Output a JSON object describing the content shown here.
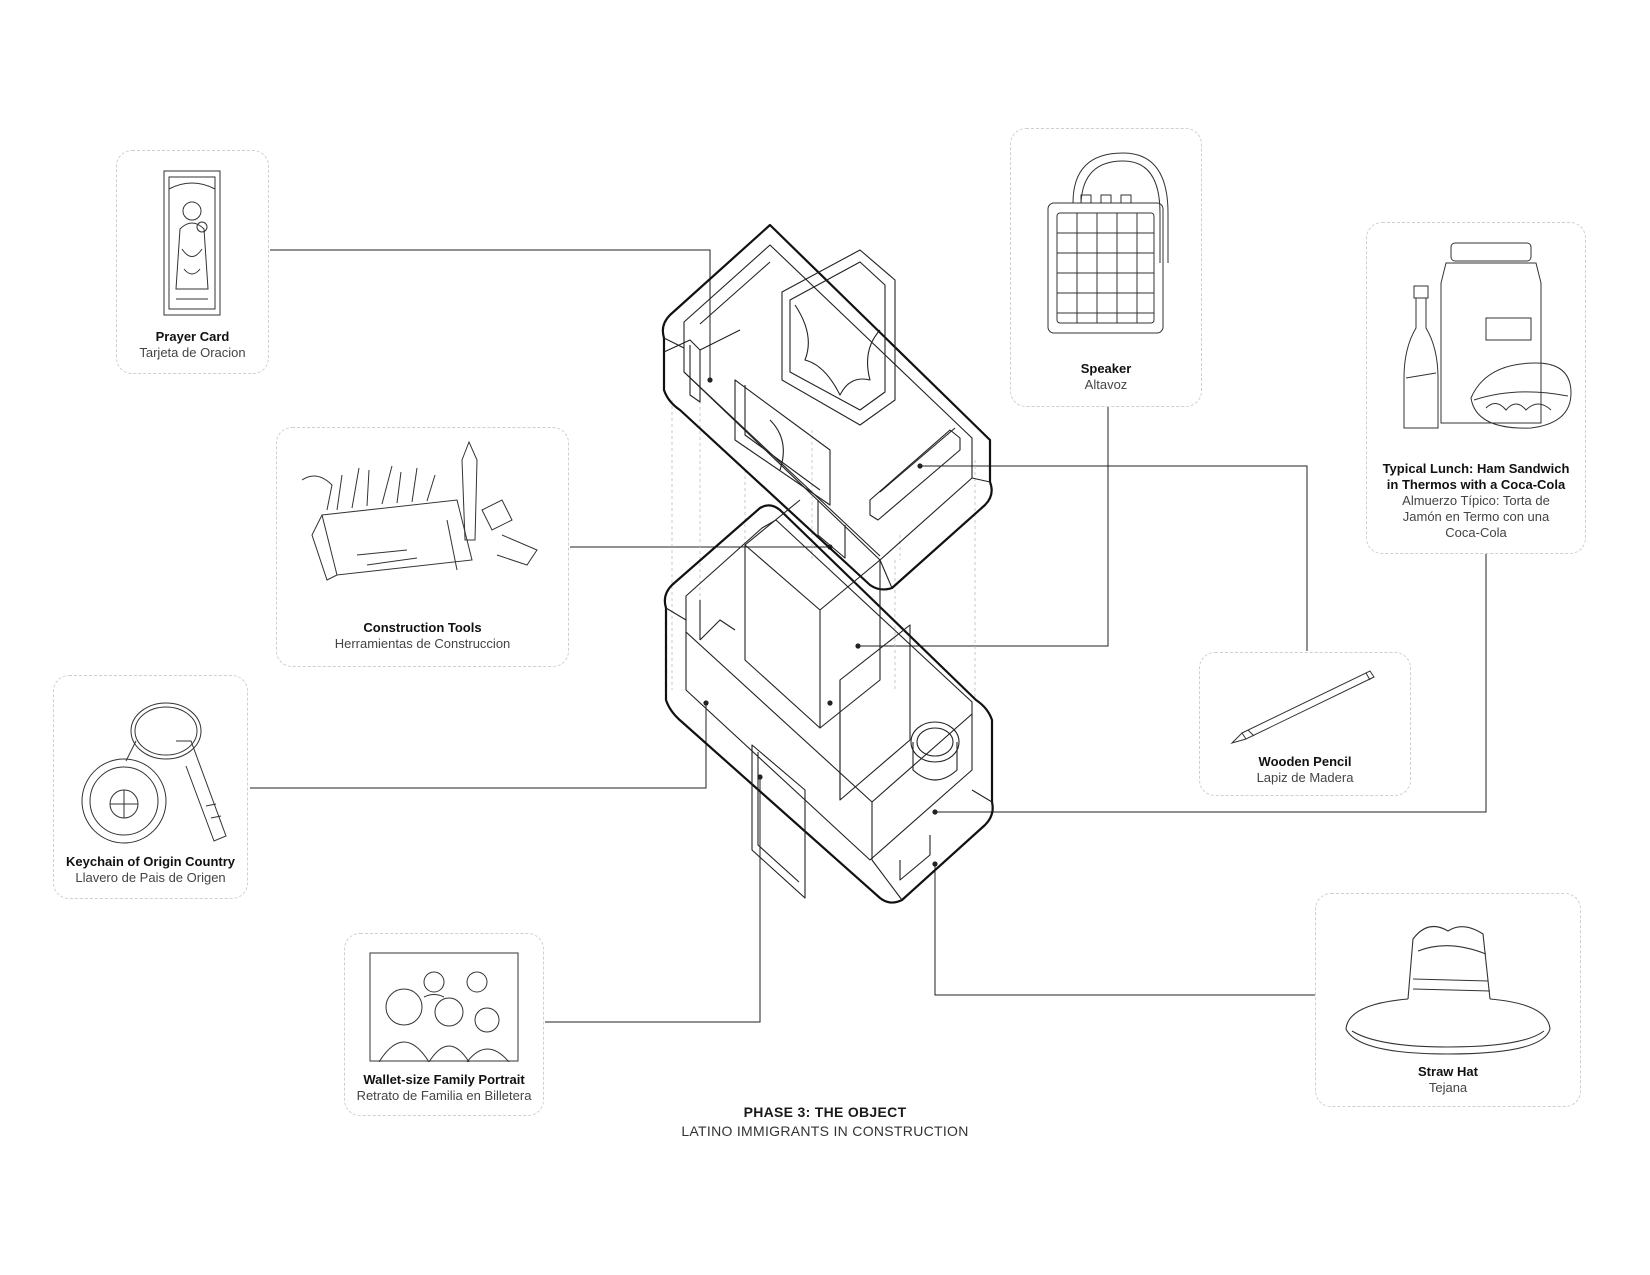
{
  "footer": {
    "title": "PHASE 3: THE OBJECT",
    "subtitle": "LATINO IMMIGRANTS IN CONSTRUCTION"
  },
  "objects": {
    "prayer_card": {
      "en": "Prayer Card",
      "es": "Tarjeta de Oracion"
    },
    "construction_tools": {
      "en": "Construction Tools",
      "es": "Herramientas de Construccion"
    },
    "keychain": {
      "en": "Keychain of Origin Country",
      "es": "Llavero de Pais de Origen"
    },
    "family_portrait": {
      "en": "Wallet-size Family Portrait",
      "es": "Retrato de Familia en Billetera"
    },
    "speaker": {
      "en": "Speaker",
      "es": "Altavoz"
    },
    "lunch": {
      "en_line1": "Typical Lunch: Ham Sandwich",
      "en_line2": "in Thermos with a Coca-Cola",
      "es_line1": "Almuerzo Típico: Torta de",
      "es_line2": "Jamón en Termo con una",
      "es_line3": "Coca-Cola"
    },
    "pencil": {
      "en": "Wooden Pencil",
      "es": "Lapiz de Madera"
    },
    "straw_hat": {
      "en": "Straw Hat",
      "es": "Tejana"
    }
  }
}
